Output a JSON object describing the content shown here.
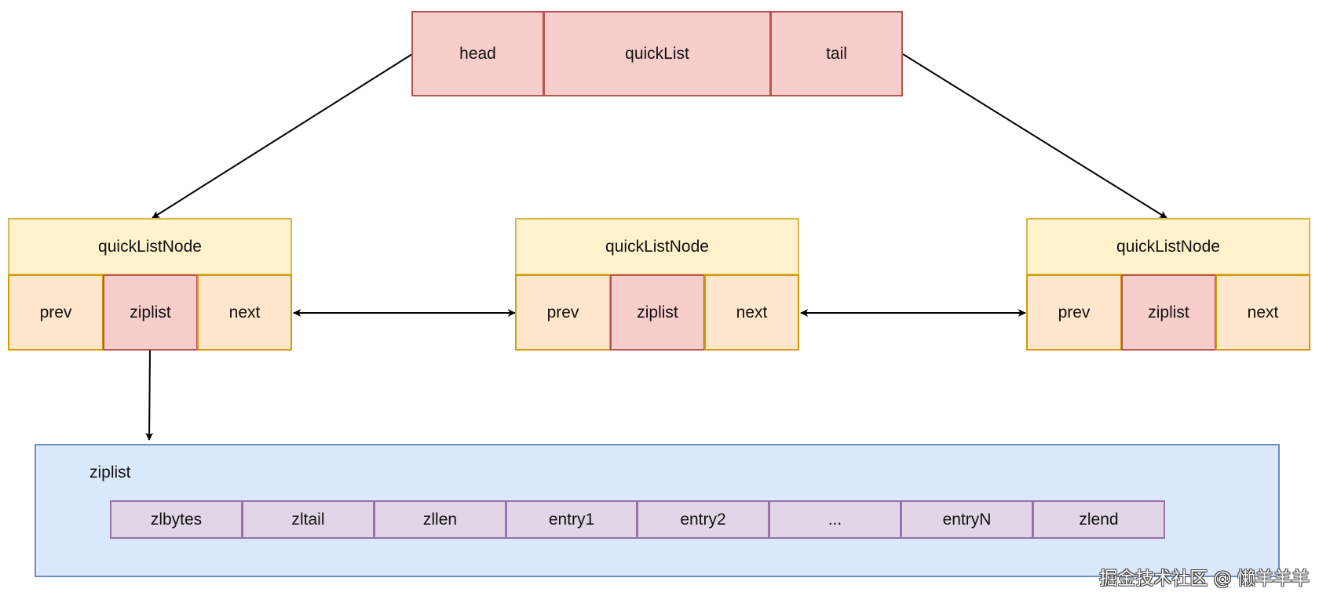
{
  "quicklist": {
    "head": "head",
    "title": "quickList",
    "tail": "tail"
  },
  "nodes": [
    {
      "title": "quickListNode",
      "prev": "prev",
      "ziplist": "ziplist",
      "next": "next"
    },
    {
      "title": "quickListNode",
      "prev": "prev",
      "ziplist": "ziplist",
      "next": "next"
    },
    {
      "title": "quickListNode",
      "prev": "prev",
      "ziplist": "ziplist",
      "next": "next"
    }
  ],
  "ziplist": {
    "label": "ziplist",
    "fields": [
      "zlbytes",
      "zltail",
      "zllen",
      "entry1",
      "entry2",
      "...",
      "entryN",
      "zlend"
    ]
  },
  "watermark": "掘金技术社区 @ 懒羊羊羊",
  "colors": {
    "quicklist_fill": "#f8cecc",
    "quicklist_border": "#b85450",
    "node_title_fill": "#fff2cc",
    "node_title_border": "#d6b656",
    "node_field_fill": "#ffe6cc",
    "node_field_border": "#d79b00",
    "ziplist_panel_fill": "#dae8fc",
    "ziplist_panel_border": "#6c8ebf",
    "ziplist_field_fill": "#e1d5e7",
    "ziplist_field_border": "#9673a6"
  }
}
